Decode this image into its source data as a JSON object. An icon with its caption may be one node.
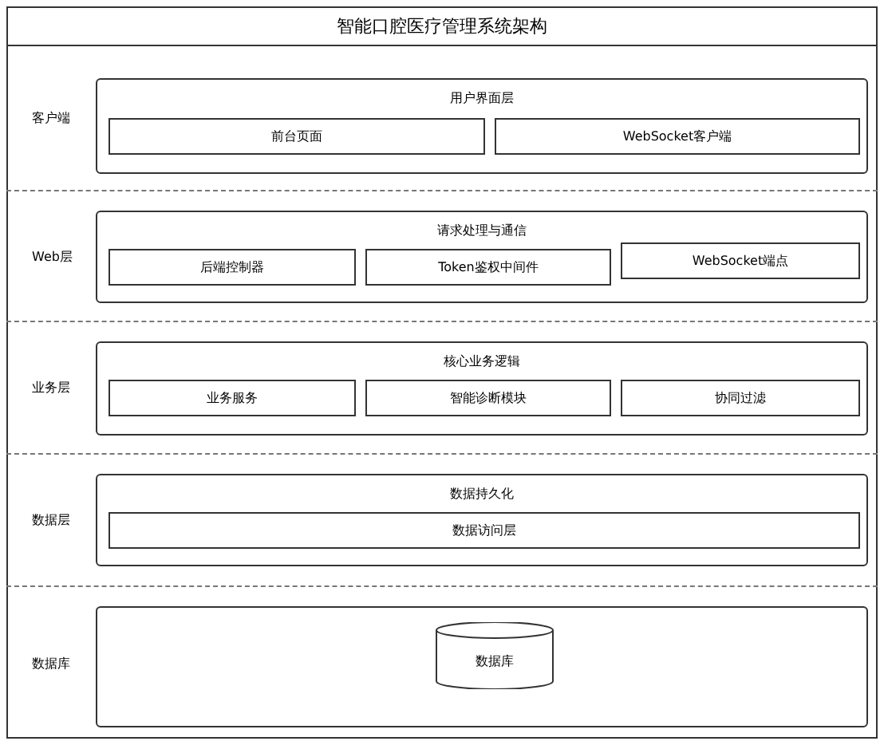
{
  "diagram": {
    "title": "智能口腔医疗管理系统架构",
    "nodes": [
      {
        "text": [
          "客户端"
        ]
      },
      {
        "text": [
          "用户界面层"
        ],
        "in": 0
      },
      {
        "text": [
          "前台页面"
        ],
        "in": 1
      },
      {
        "text": [
          "WebSocket客户端"
        ],
        "in": 1
      },
      {
        "text": [
          "Web层"
        ]
      },
      {
        "text": [
          "请求处理与通信"
        ],
        "in": 4
      },
      {
        "text": [
          "后端控制器"
        ],
        "in": 5
      },
      {
        "text": [
          "Token鉴权中间件"
        ],
        "in": 5
      },
      {
        "text": [
          "WebSocket端点"
        ],
        "in": 5
      },
      {
        "text": [
          "业务层"
        ]
      },
      {
        "text": [
          "核心业务逻辑"
        ],
        "in": 9
      },
      {
        "text": [
          "业务服务"
        ],
        "in": 10
      },
      {
        "text": [
          "智能诊断模块"
        ],
        "in": 10
      },
      {
        "text": [
          "协同过滤"
        ],
        "in": 10
      },
      {
        "text": [
          "数据层"
        ]
      },
      {
        "text": [
          "数据持久化"
        ],
        "in": 14
      },
      {
        "text": [
          "数据访问层"
        ],
        "in": 15
      },
      {
        "text": [
          "数据库"
        ]
      },
      {
        "text": [],
        "shape": "box",
        "in": 17
      },
      {
        "text": [
          "数据库"
        ],
        "in": 18
      }
    ]
  }
}
